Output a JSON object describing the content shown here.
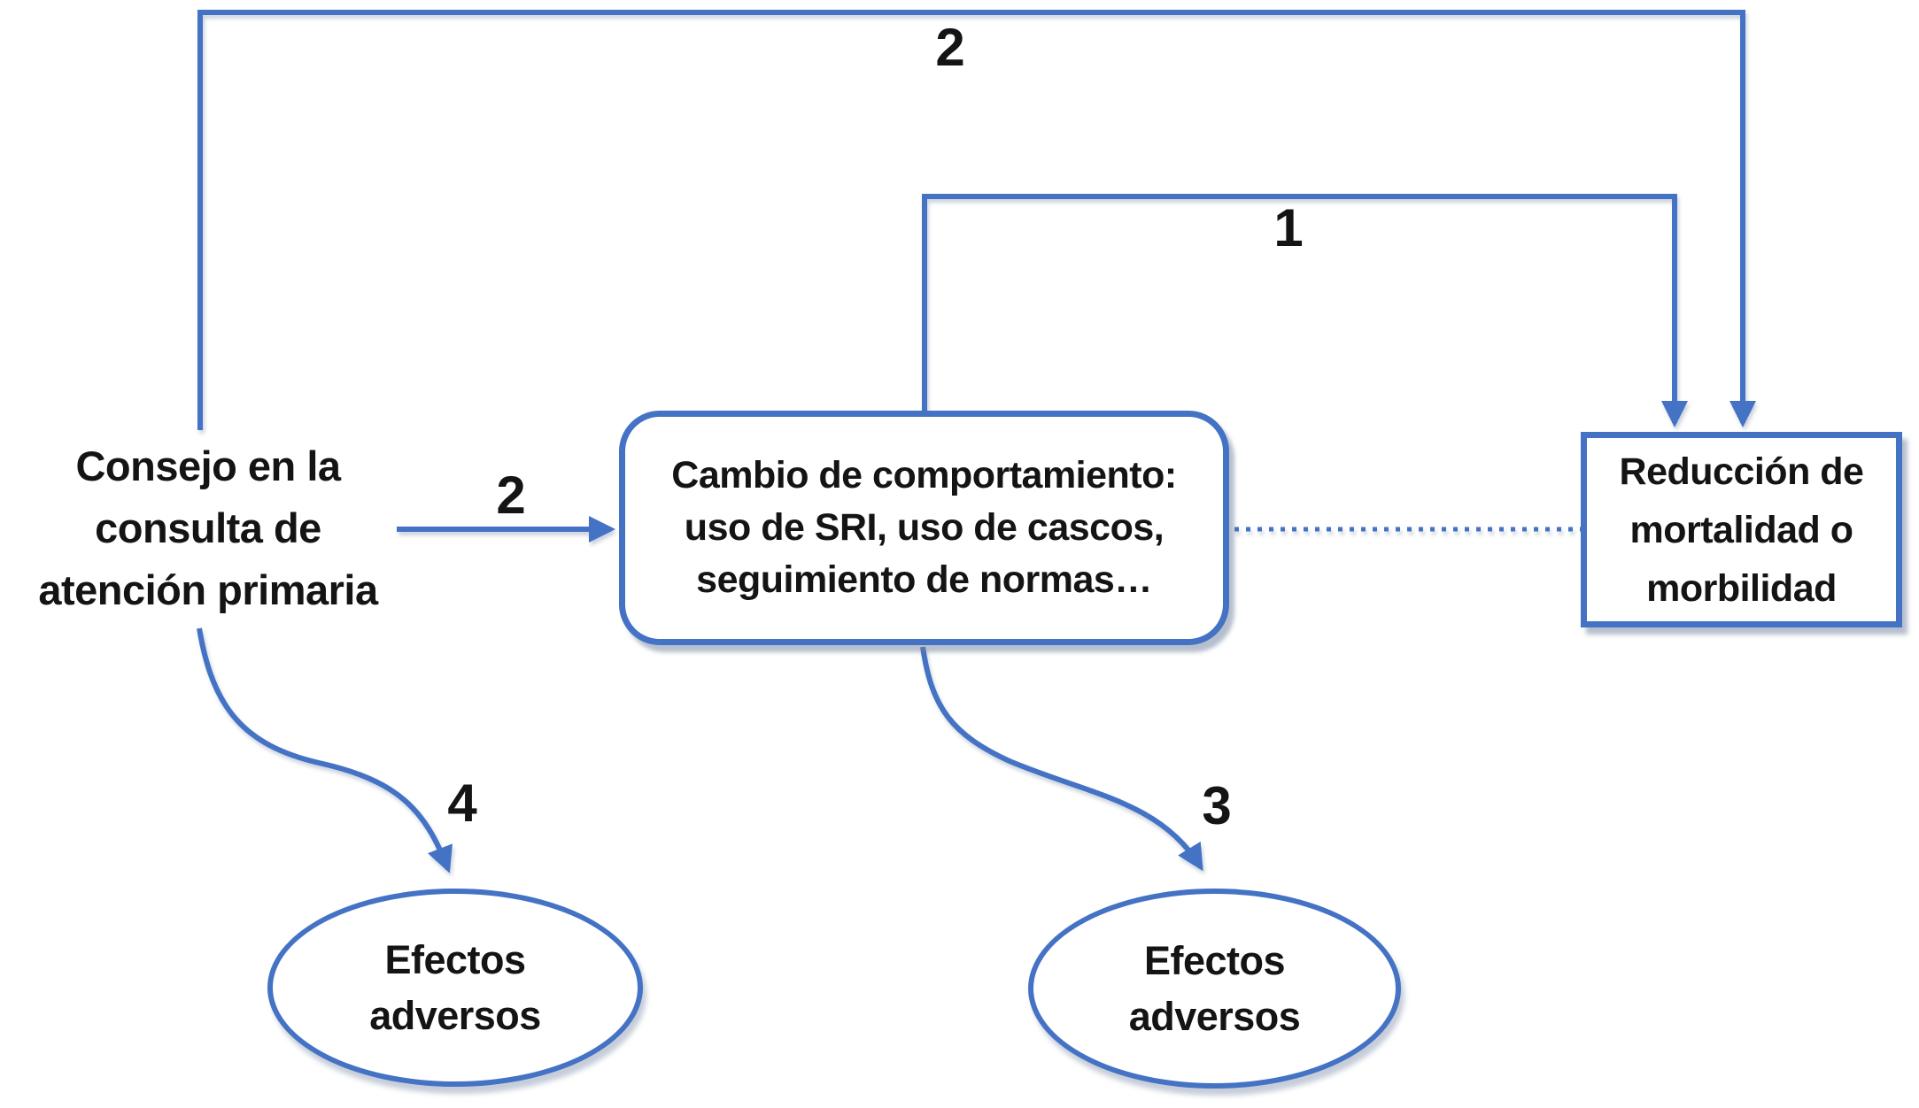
{
  "diagram": {
    "colors": {
      "line": "#4472C4",
      "text": "#141414",
      "node_fill": "#FFFFFF",
      "background": "#FFFFFF"
    },
    "nodes": {
      "source": "Consejo en la\nconsulta de\natención primaria",
      "behavior": "Cambio de comportamiento:\nuso de SRI, uso de cascos,\nseguimiento de normas…",
      "outcome": "Reducción de\nmortalidad o\nmorbilidad",
      "adverse_left": "Efectos\nadversos",
      "adverse_right": "Efectos\nadversos"
    },
    "edge_labels": {
      "source_outcome": "2",
      "behavior_outcome": "1",
      "source_behavior": "2",
      "behavior_adverse": "3",
      "source_adverse": "4"
    }
  }
}
